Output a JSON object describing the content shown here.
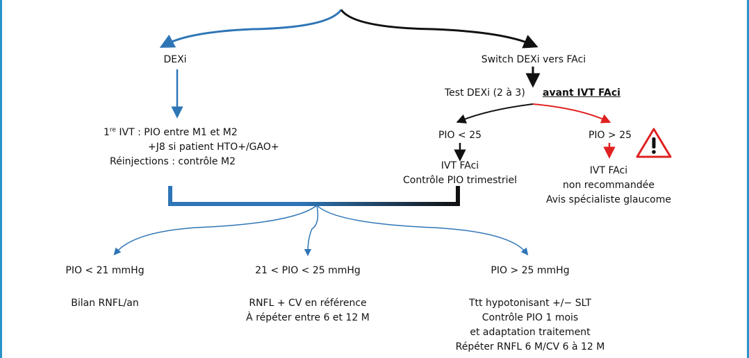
{
  "left_branch": {
    "title": "DEXi",
    "ivt_prefix": "1",
    "ivt_sup": "re",
    "ivt_rest": " IVT : PIO entre M1 et M2",
    "line2": "+J8 si patient HTO+/GAO+",
    "line3": "Réinjections : contrôle M2"
  },
  "right_branch": {
    "title": "Switch DEXi vers FAci",
    "test_label": "Test DEXi (2 à 3)",
    "test_emphasis": "avant IVT FAci",
    "low": {
      "label": "PIO < 25",
      "line1": "IVT FAci",
      "line2": "Contrôle PIO trimestriel"
    },
    "high": {
      "label": "PIO > 25",
      "line1": "IVT FAci",
      "line2": "non recommandée",
      "line3": "Avis spécialiste glaucome"
    }
  },
  "outcomes": [
    {
      "label": "PIO < 21 mmHg",
      "lines": [
        "Bilan RNFL/an"
      ]
    },
    {
      "label": "21 < PIO < 25 mmHg",
      "lines": [
        "RNFL + CV en référence",
        "À répéter entre 6 et 12 M"
      ]
    },
    {
      "label": "PIO > 25 mmHg",
      "lines": [
        "Ttt hypotonisant +/− SLT",
        "Contrôle PIO 1 mois",
        "et adaptation traitement",
        "Répéter RNFL 6 M/CV 6 à 12 M"
      ]
    }
  ],
  "colors": {
    "blue": "#2e75b6",
    "black": "#111111",
    "red": "#e02020",
    "frame": "#2a93c9"
  },
  "icons": {
    "warning": "warning-triangle-icon"
  }
}
